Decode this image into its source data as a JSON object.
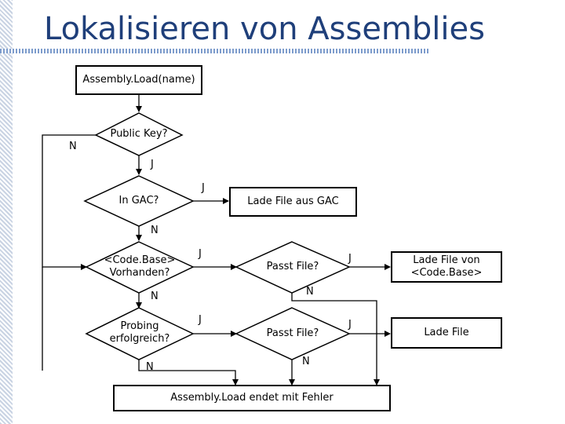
{
  "title": "Lokalisieren von Assemblies",
  "nodes": {
    "start": "Assembly.Load(name)",
    "public_key": "Public Key?",
    "in_gac": "In GAC?",
    "lade_gac": "Lade File aus GAC",
    "codebase_line1": "<Code.Base>",
    "codebase_line2": "Vorhanden?",
    "passt1": "Passt File?",
    "lade_codebase_line1": "Lade File von",
    "lade_codebase_line2": "<Code.Base>",
    "probing_line1": "Probing",
    "probing_line2": "erfolgreich?",
    "passt2": "Passt File?",
    "lade_file": "Lade File",
    "end": "Assembly.Load endet mit Fehler"
  },
  "edge_labels": {
    "pk_no": "N",
    "pk_yes": "J",
    "gac_yes": "J",
    "gac_no": "N",
    "cb_yes": "J",
    "passt1_yes": "J",
    "passt1_no": "N",
    "cb_no": "N",
    "probing_yes": "J",
    "passt2_yes": "J",
    "passt2_no": "N",
    "probing_no": "N"
  }
}
